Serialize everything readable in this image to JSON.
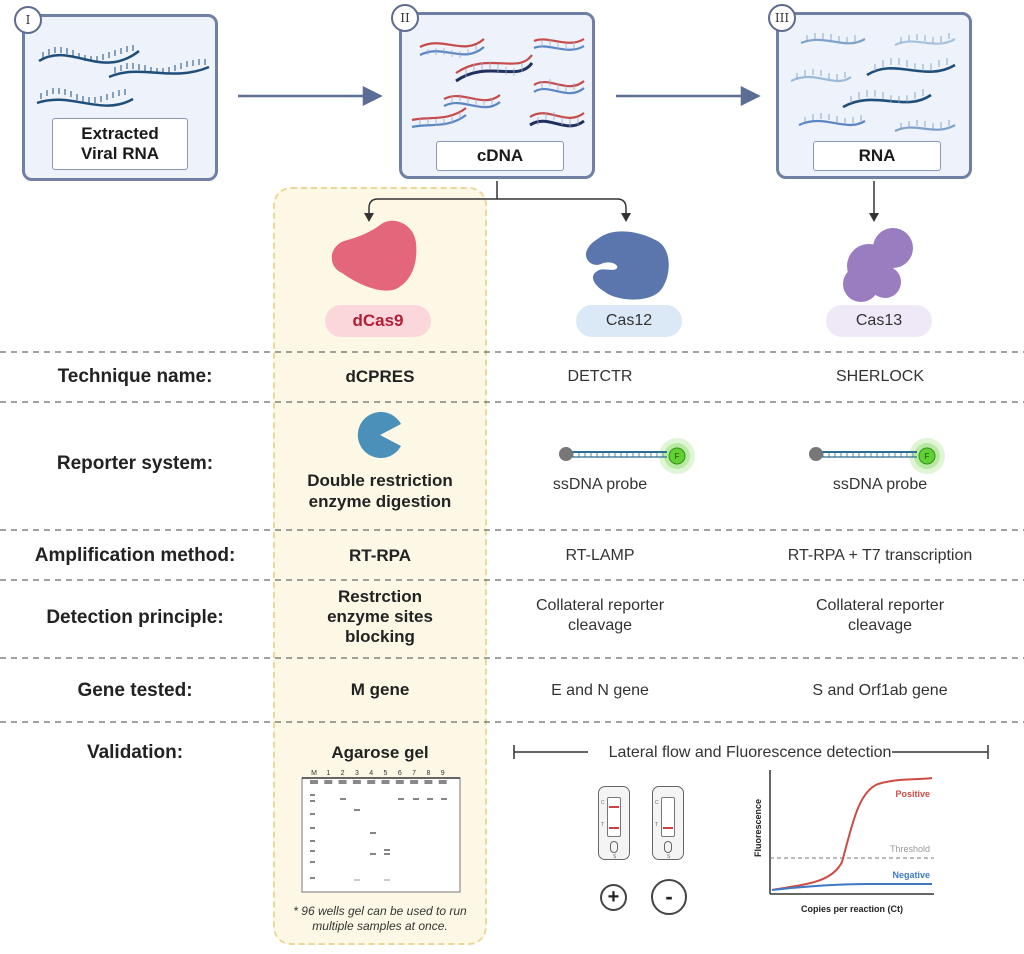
{
  "stages": [
    {
      "numeral": "I",
      "label": "Extracted\nViral RNA"
    },
    {
      "numeral": "II",
      "label": "cDNA"
    },
    {
      "numeral": "III",
      "label": "RNA"
    }
  ],
  "enzymes": [
    {
      "name": "dCas9",
      "color": "#e3667a",
      "pill_bg": "#fbd7dc"
    },
    {
      "name": "Cas12",
      "color": "#5b76ac",
      "pill_bg": "#dbe9f7"
    },
    {
      "name": "Cas13",
      "color": "#9a7cc0",
      "pill_bg": "#efe8f7"
    }
  ],
  "rows": {
    "technique": {
      "label": "Technique name:",
      "values": [
        "dCPRES",
        "DETCTR",
        "SHERLOCK"
      ]
    },
    "reporter": {
      "label": "Reporter system:",
      "values": [
        "Double restriction\nenzyme digestion",
        "ssDNA probe",
        "ssDNA probe"
      ],
      "fluor_letter": "F"
    },
    "amplification": {
      "label": "Amplification method:",
      "values": [
        "RT-RPA",
        "RT-LAMP",
        "RT-RPA + T7 transcription"
      ]
    },
    "detection": {
      "label": "Detection principle:",
      "values": [
        "Restrction\nenzyme sites\nblocking",
        "Collateral reporter\ncleavage",
        "Collateral reporter\ncleavage"
      ]
    },
    "gene": {
      "label": "Gene tested:",
      "values": [
        "M gene",
        "E and N gene",
        "S and Orf1ab gene"
      ]
    },
    "validation": {
      "label": "Validation:",
      "gel_title": "Agarose gel",
      "gel_lanes": [
        "M",
        "1",
        "2",
        "3",
        "4",
        "5",
        "6",
        "7",
        "8",
        "9"
      ],
      "gel_note": "* 96 wells gel can be used to run\nmultiple samples at once.",
      "lateral_title": "Lateral flow and Fluorescence detection",
      "strip_letters": [
        "C",
        "T",
        "S"
      ],
      "strip_signs": [
        "+",
        "-"
      ]
    }
  },
  "chart_data": {
    "type": "line",
    "title": "",
    "xlabel": "Copies per reaction (Ct)",
    "ylabel": "Fluorescence",
    "threshold_label": "Threshold",
    "series": [
      {
        "name": "Positive",
        "color": "#cc4b43"
      },
      {
        "name": "Negative",
        "color": "#3f79c4"
      }
    ]
  },
  "colors": {
    "stage_border": "#6f7fa5",
    "stage_fill": "#eef2fa",
    "arrow": "#5c6d95",
    "highlight_fill": "#fdf8e6",
    "highlight_border": "#ecd79b",
    "probe_line": "#2d6f93",
    "fluor": "#7ed957"
  }
}
